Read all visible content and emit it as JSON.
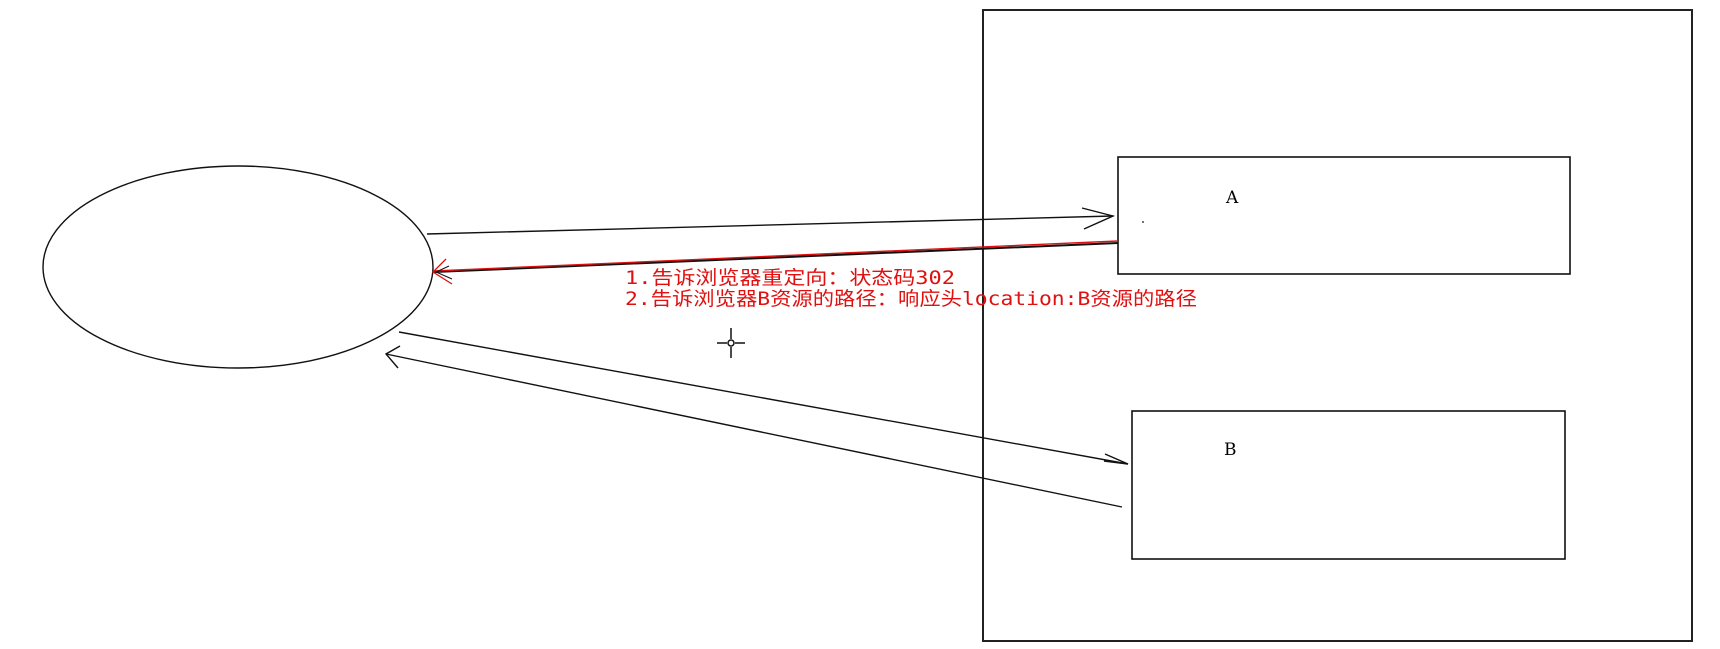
{
  "diagram": {
    "type": "redirect-flow",
    "colors": {
      "stroke": "#000000",
      "accent": "#e01010",
      "background": "#ffffff"
    },
    "client": {
      "shape": "ellipse",
      "label": ""
    },
    "server": {
      "shape": "rectangle",
      "label": ""
    },
    "resources": [
      {
        "id": "A",
        "label": "A"
      },
      {
        "id": "B",
        "label": "B"
      }
    ],
    "edges": [
      {
        "from": "client",
        "to": "A",
        "color": "#000000"
      },
      {
        "from": "A",
        "to": "client",
        "color": "#e01010"
      },
      {
        "from": "client",
        "to": "B",
        "color": "#000000"
      },
      {
        "from": "B",
        "to": "client",
        "color": "#000000"
      }
    ],
    "annotation": {
      "line1": "1.告诉浏览器重定向：状态码302",
      "line2": "2.告诉浏览器B资源的路径：响应头location:B资源的路径"
    },
    "cursor": "crosshair"
  }
}
